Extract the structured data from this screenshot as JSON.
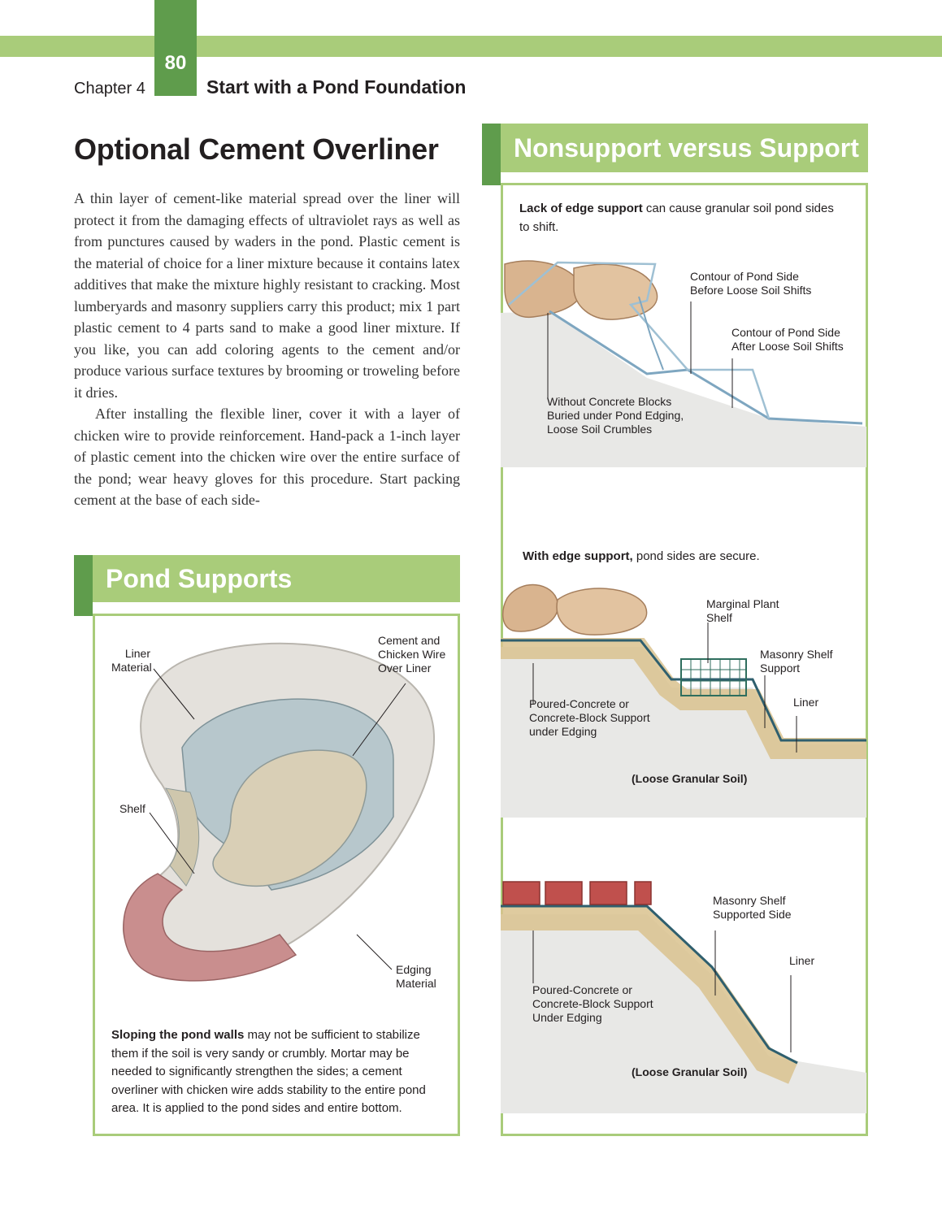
{
  "header": {
    "page_number": "80",
    "chapter": "Chapter 4",
    "running_title": "Start with a Pond Foundation"
  },
  "article": {
    "title": "Optional Cement Overliner",
    "paragraphs": [
      "A thin layer of cement-like material spread over the liner will protect it from the damaging effects of ultraviolet rays as well as from punctures caused by waders in the pond. Plastic cement is the material of choice for a liner mixture because it contains latex additives that make the mixture highly resistant to cracking. Most lumberyards and masonry suppliers carry this product; mix 1 part plastic cement to 4 parts sand to make a good liner mixture. If you like, you can add coloring agents to the cement and/or produce various surface textures by brooming or troweling before it dries.",
      "After installing the flexible liner, cover it with a layer of chicken wire to provide reinforcement. Hand-pack a 1-inch layer of plastic cement into the chicken wire over the entire surface of the pond; wear heavy gloves for this procedure. Start packing cement at the base of each side-"
    ]
  },
  "pond_supports": {
    "title": "Pond Supports",
    "labels": {
      "liner": "Liner Material",
      "cement": "Cement and Chicken Wire Over Liner",
      "shelf": "Shelf",
      "edging": "Edging Material"
    },
    "caption_bold": "Sloping the pond walls",
    "caption_rest": " may not be sufficient to stabilize them if the soil is very sandy or crumbly. Mortar may be needed to significantly strengthen the sides; a cement overliner with chicken wire adds stability to the entire pond area. It is applied to the pond sides and entire bottom."
  },
  "nonsupport": {
    "title": "Nonsupport versus Support",
    "fig1": {
      "caption_bold": "Lack of edge support",
      "caption_rest": " can cause granular soil pond sides to shift.",
      "label_before": "Contour of Pond Side Before Loose Soil Shifts",
      "label_after": "Contour of Pond Side After Loose Soil Shifts",
      "label_without": "Without Concrete Blocks Buried under Pond Edging, Loose Soil Crumbles"
    },
    "fig2": {
      "caption_bold": "With edge support,",
      "caption_rest": " pond sides are secure.",
      "label_marginal": "Marginal Plant Shelf",
      "label_masonry": "Masonry Shelf Support",
      "label_liner": "Liner",
      "label_poured": "Poured-Concrete or Concrete-Block Support under Edging",
      "label_soil": "(Loose Granular Soil)"
    },
    "fig3": {
      "label_masonry": "Masonry Shelf Supported Side",
      "label_liner": "Liner",
      "label_poured": "Poured-Concrete or Concrete-Block Support Under Edging",
      "label_soil": "(Loose Granular Soil)"
    }
  },
  "colors": {
    "light_green": "#a9cc7a",
    "dark_green": "#5f9c4c",
    "liner_blue": "#2f5f6e"
  }
}
